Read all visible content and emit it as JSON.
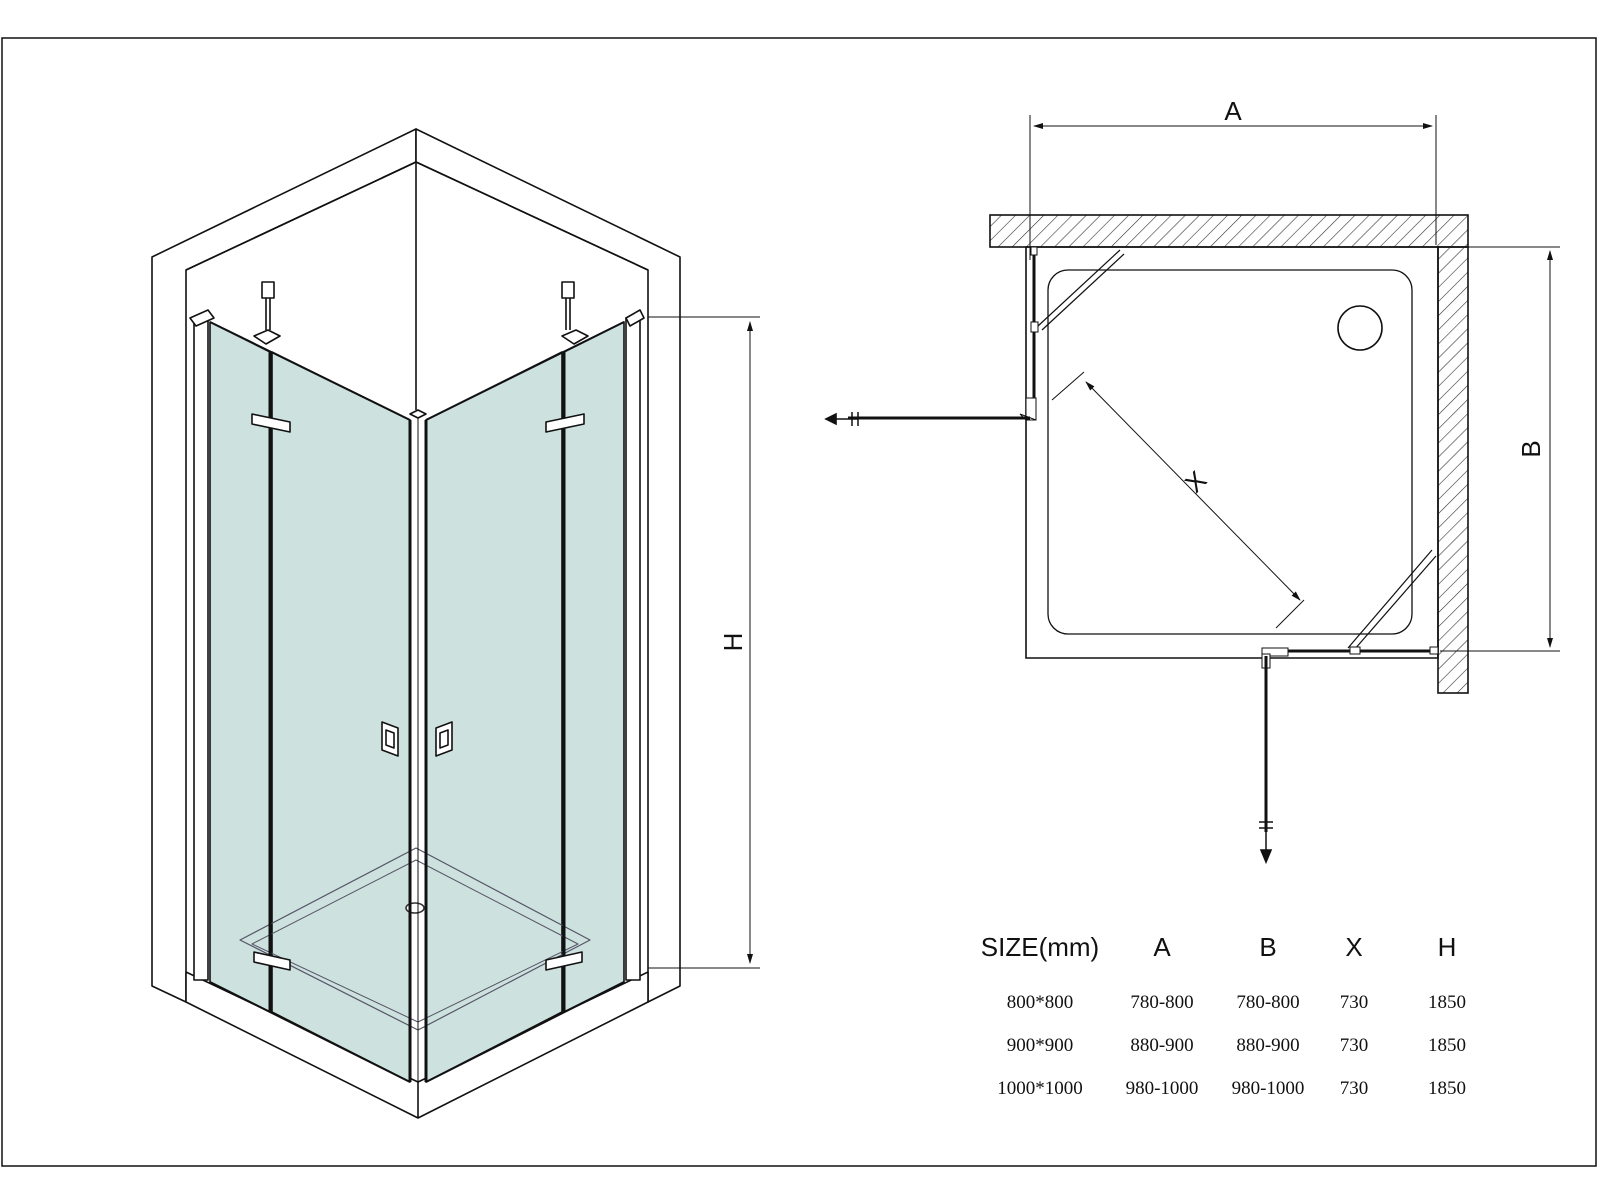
{
  "labels": {
    "dim_a": "A",
    "dim_b": "B",
    "dim_x": "X",
    "dim_h": "H"
  },
  "colors": {
    "glass": "#cde2df",
    "line": "#111111",
    "hatch": "#333333"
  },
  "table": {
    "headers": [
      "SIZE(mm)",
      "A",
      "B",
      "X",
      "H"
    ],
    "rows": [
      [
        "800*800",
        "780-800",
        "780-800",
        "730",
        "1850"
      ],
      [
        "900*900",
        "880-900",
        "880-900",
        "730",
        "1850"
      ],
      [
        "1000*1000",
        "980-1000",
        "980-1000",
        "730",
        "1850"
      ]
    ]
  }
}
